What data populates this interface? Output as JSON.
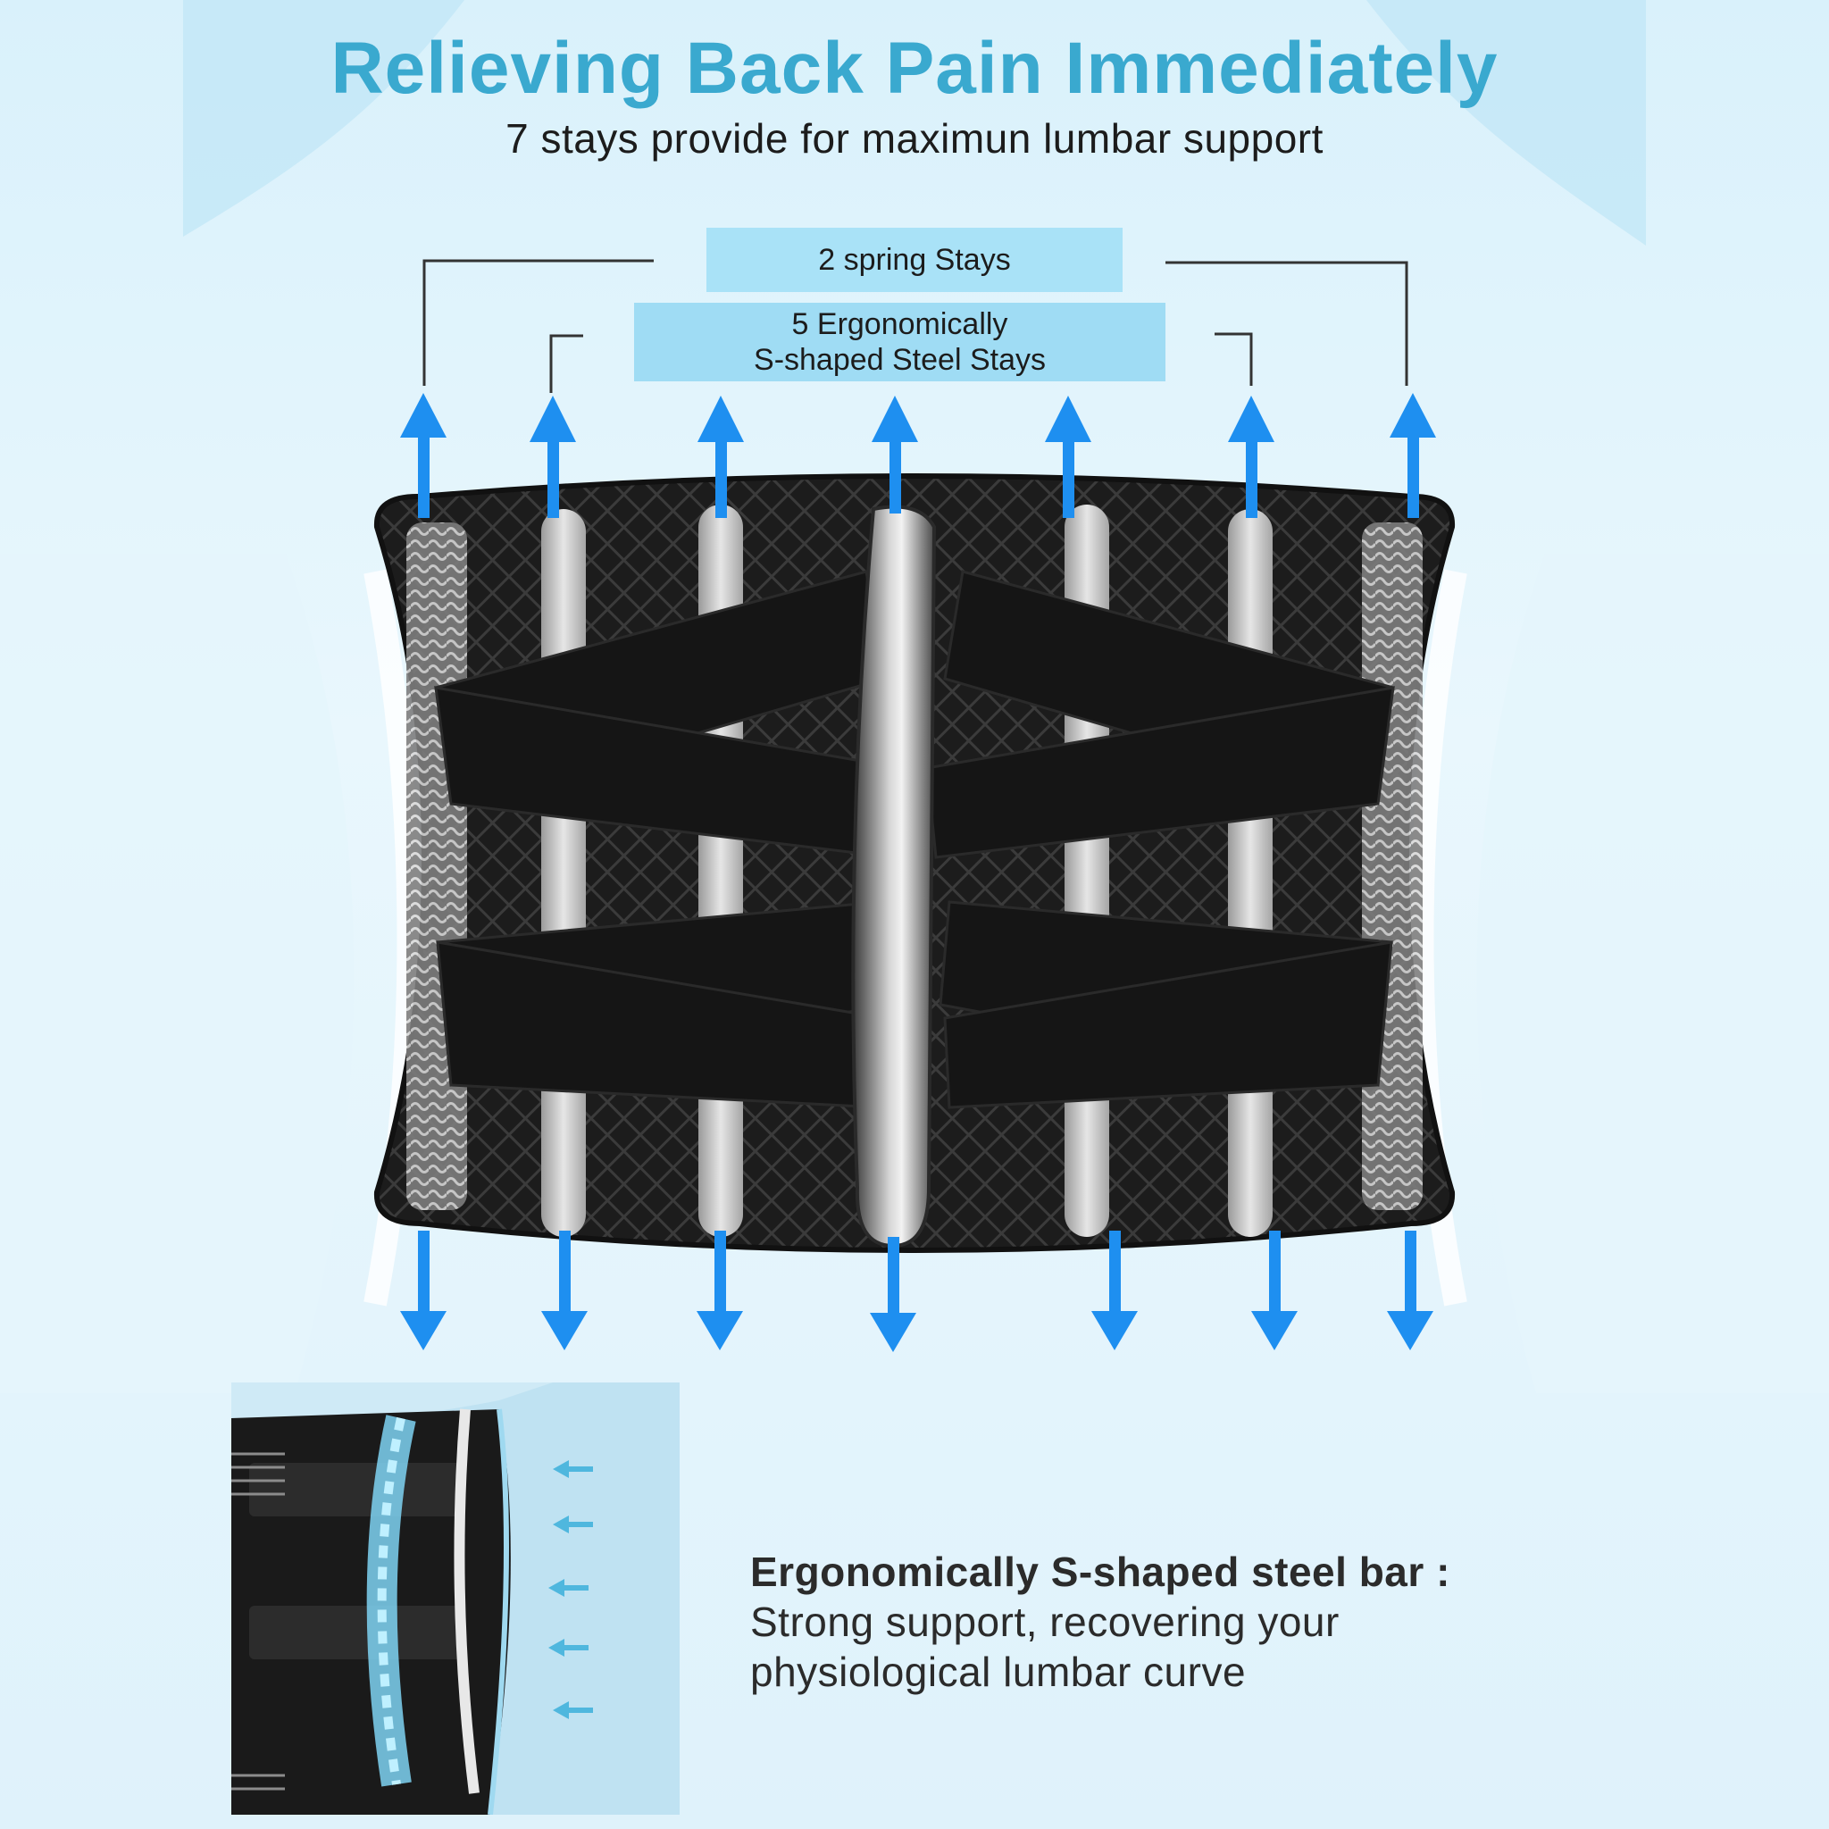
{
  "header": {
    "title": "Relieving Back Pain Immediately",
    "subtitle": "7 stays provide for maximun lumbar support"
  },
  "labels": {
    "spring_stays": "2 spring Stays",
    "steel_stays_line1": "5 Ergonomically",
    "steel_stays_line2": "S-shaped Steel Stays"
  },
  "caption": {
    "heading": "Ergonomically S-shaped steel bar :",
    "line1": "Strong support, recovering your",
    "line2": "physiological lumbar curve"
  },
  "colors": {
    "title": "#3aa9cf",
    "label_box": "#a9e2f7",
    "arrow": "#1e8ff0",
    "belt": "#1b1b1b",
    "background": "#d9f1fb"
  },
  "icons": {
    "stay_arrow": "double-arrow-vertical-icon",
    "pressure_arrow": "arrow-left-icon"
  }
}
